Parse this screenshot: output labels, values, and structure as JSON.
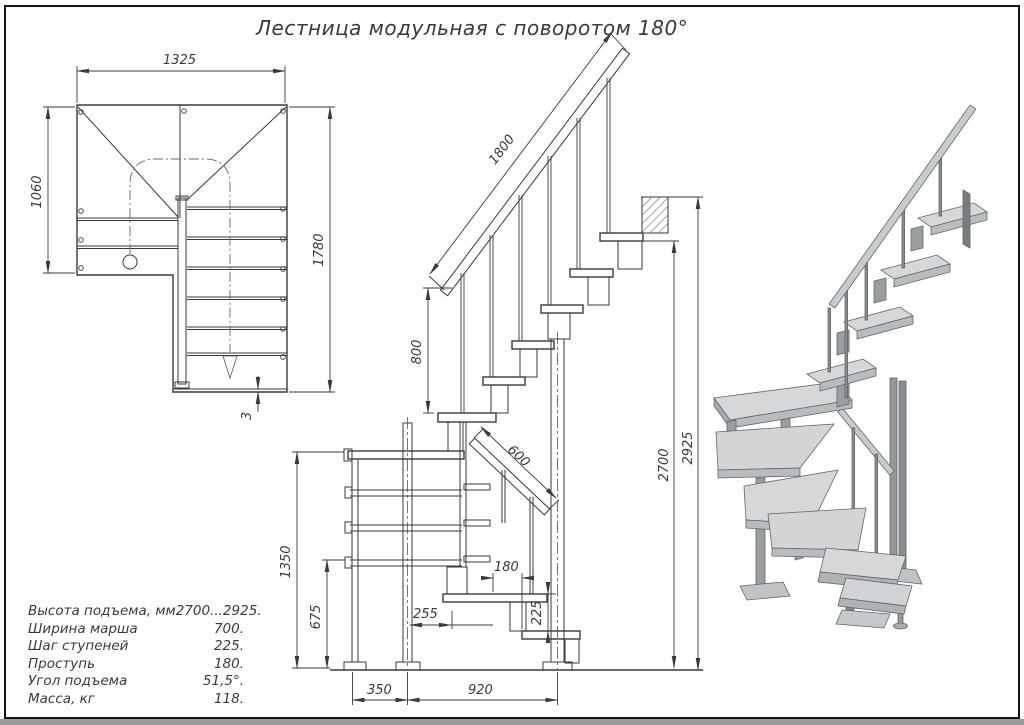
{
  "title": "Лестница модульная с поворотом 180°",
  "drawing_type": "technical-drawing-modular-staircase",
  "dims": {
    "plan_width": "1325",
    "plan_left_depth": "1060",
    "plan_right_depth": "1780",
    "edge_gap": "3",
    "handrail_length": "1800",
    "handrail_height": "800",
    "lower_handrail_length": "600",
    "height_to_landing": "2700",
    "height_total": "2925",
    "railing_height": "1350",
    "lower_rail_height": "675",
    "tread_depth": "255",
    "step_going": "180",
    "step_rise": "225",
    "span_left": "350",
    "span_right": "920"
  },
  "specs": {
    "rows": [
      {
        "label": "Высота подъема, мм",
        "value": "2700...2925."
      },
      {
        "label": "Ширина марша",
        "value": "700."
      },
      {
        "label": "Шаг ступеней",
        "value": "225."
      },
      {
        "label": "Проступь",
        "value": "180."
      },
      {
        "label": "Угол подъема",
        "value": "51,5°."
      },
      {
        "label": "Масса, кг",
        "value": "118."
      }
    ]
  },
  "colors": {
    "line": "#3a3a3a",
    "render_top": "#d5d7d9",
    "render_front": "#b9bcbe",
    "render_dark": "#9b9ea1",
    "render_stroke": "#63666a"
  }
}
